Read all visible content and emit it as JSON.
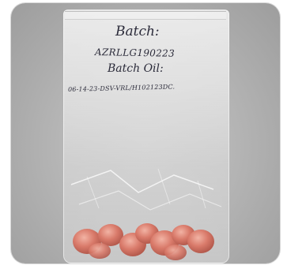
{
  "label": {
    "batch_heading": "Batch:",
    "batch_value": "AZRLLG190223",
    "oil_heading": "Batch Oil:",
    "oil_value": "06-14-23-DSV-VRL/H102123DC."
  },
  "colors": {
    "background": "#b8b8b8",
    "bag": "#ececec",
    "gummy": "#d97a6a",
    "ink": "#2b2b3a"
  }
}
